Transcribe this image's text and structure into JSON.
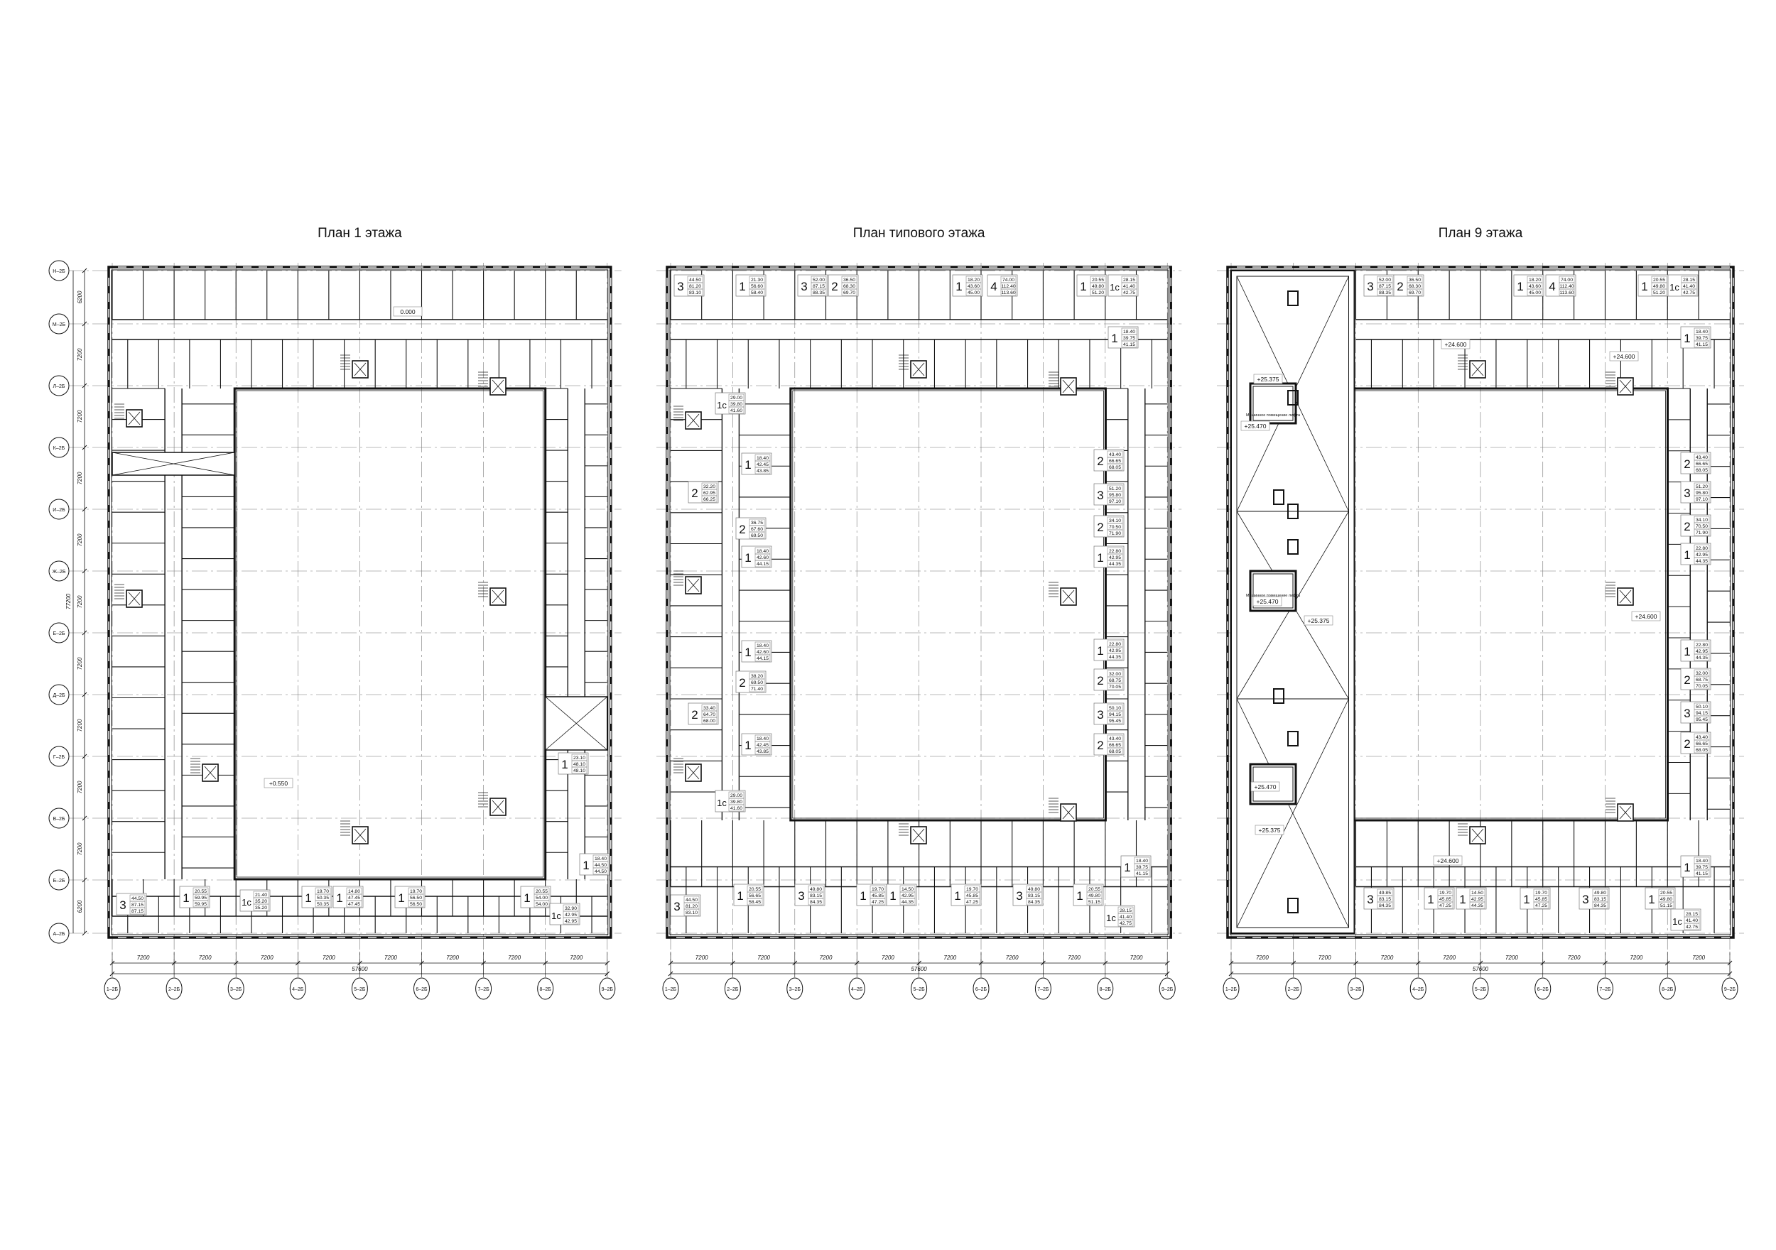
{
  "plans": [
    {
      "title": "План 1 этажа",
      "elevations": [
        "0.000",
        "+0.550"
      ],
      "apartments": [
        {
          "rooms": "3",
          "areas": [
            "44.50",
            "87.15",
            "87.15"
          ]
        },
        {
          "rooms": "1",
          "areas": [
            "20.55",
            "59.95",
            "59.95"
          ]
        },
        {
          "rooms": "1c",
          "areas": [
            "21.40",
            "35.20",
            "35.20"
          ]
        },
        {
          "rooms": "1",
          "areas": [
            "19.70",
            "50.35",
            "50.35"
          ]
        },
        {
          "rooms": "1",
          "areas": [
            "14.80",
            "47.45",
            "47.45"
          ]
        },
        {
          "rooms": "1",
          "areas": [
            "19.70",
            "56.50",
            "56.50"
          ]
        },
        {
          "rooms": "1",
          "areas": [
            "20.55",
            "54.00",
            "54.00"
          ]
        },
        {
          "rooms": "1c",
          "areas": [
            "32.90",
            "42.95",
            "42.95"
          ]
        },
        {
          "rooms": "1",
          "areas": [
            "18.40",
            "44.50",
            "44.50"
          ]
        },
        {
          "rooms": "1",
          "areas": [
            "23.10",
            "48.10",
            "48.10"
          ]
        }
      ]
    },
    {
      "title": "План типового этажа",
      "elevations": [],
      "apartments": [
        {
          "rooms": "3",
          "areas": [
            "44.50",
            "81.20",
            "83.10"
          ]
        },
        {
          "rooms": "1",
          "areas": [
            "21.30",
            "56.60",
            "58.40"
          ]
        },
        {
          "rooms": "3",
          "areas": [
            "52.00",
            "87.15",
            "88.35"
          ]
        },
        {
          "rooms": "2",
          "areas": [
            "36.50",
            "68.30",
            "69.70"
          ]
        },
        {
          "rooms": "1",
          "areas": [
            "18.20",
            "43.60",
            "45.00"
          ]
        },
        {
          "rooms": "4",
          "areas": [
            "74.00",
            "112.40",
            "113.60"
          ]
        },
        {
          "rooms": "1",
          "areas": [
            "20.55",
            "49.80",
            "51.20"
          ]
        },
        {
          "rooms": "1c",
          "areas": [
            "28.15",
            "41.40",
            "42.75"
          ]
        },
        {
          "rooms": "1",
          "areas": [
            "18.40",
            "39.75",
            "41.15"
          ]
        },
        {
          "rooms": "1c",
          "areas": [
            "29.00",
            "39.80",
            "41.60"
          ]
        },
        {
          "rooms": "1",
          "areas": [
            "18.40",
            "42.45",
            "43.85"
          ]
        },
        {
          "rooms": "2",
          "areas": [
            "32.20",
            "62.95",
            "66.25"
          ]
        },
        {
          "rooms": "2",
          "areas": [
            "36.75",
            "67.60",
            "69.50"
          ]
        },
        {
          "rooms": "1",
          "areas": [
            "18.40",
            "42.60",
            "44.15"
          ]
        },
        {
          "rooms": "1",
          "areas": [
            "18.40",
            "42.60",
            "44.15"
          ]
        },
        {
          "rooms": "2",
          "areas": [
            "38.20",
            "69.50",
            "71.40"
          ]
        },
        {
          "rooms": "2",
          "areas": [
            "33.40",
            "64.70",
            "68.00"
          ]
        },
        {
          "rooms": "1",
          "areas": [
            "18.40",
            "42.45",
            "43.85"
          ]
        },
        {
          "rooms": "1c",
          "areas": [
            "29.00",
            "39.80",
            "41.60"
          ]
        },
        {
          "rooms": "2",
          "areas": [
            "43.40",
            "66.65",
            "68.05"
          ]
        },
        {
          "rooms": "3",
          "areas": [
            "51.20",
            "95.80",
            "97.10"
          ]
        },
        {
          "rooms": "2",
          "areas": [
            "34.10",
            "70.50",
            "71.90"
          ]
        },
        {
          "rooms": "1",
          "areas": [
            "22.80",
            "42.95",
            "44.35"
          ]
        },
        {
          "rooms": "1",
          "areas": [
            "22.80",
            "42.95",
            "44.35"
          ]
        },
        {
          "rooms": "2",
          "areas": [
            "32.00",
            "68.75",
            "70.05"
          ]
        },
        {
          "rooms": "3",
          "areas": [
            "50.10",
            "94.15",
            "95.45"
          ]
        },
        {
          "rooms": "2",
          "areas": [
            "43.40",
            "66.65",
            "68.05"
          ]
        },
        {
          "rooms": "3",
          "areas": [
            "44.50",
            "81.20",
            "83.10"
          ]
        },
        {
          "rooms": "1",
          "areas": [
            "20.55",
            "56.65",
            "58.45"
          ]
        },
        {
          "rooms": "3",
          "areas": [
            "49.80",
            "83.15",
            "84.35"
          ]
        },
        {
          "rooms": "1",
          "areas": [
            "19.70",
            "45.85",
            "47.25"
          ]
        },
        {
          "rooms": "1",
          "areas": [
            "14.50",
            "42.95",
            "44.35"
          ]
        },
        {
          "rooms": "1",
          "areas": [
            "19.70",
            "45.85",
            "47.25"
          ]
        },
        {
          "rooms": "3",
          "areas": [
            "49.80",
            "83.15",
            "84.35"
          ]
        },
        {
          "rooms": "1",
          "areas": [
            "20.55",
            "49.80",
            "51.15"
          ]
        },
        {
          "rooms": "1c",
          "areas": [
            "28.15",
            "41.40",
            "42.75"
          ]
        },
        {
          "rooms": "1",
          "areas": [
            "18.40",
            "39.75",
            "41.15"
          ]
        }
      ]
    },
    {
      "title": "План 9 этажа",
      "elevations": [
        "+24.600",
        "+24.600",
        "+24.600",
        "+24.600",
        "+25.375",
        "+25.470",
        "+25.470",
        "+25.375",
        "+25.470",
        "+25.375"
      ],
      "machine_room_label": "Машинное помещение лифта",
      "apartments": [
        {
          "rooms": "3",
          "areas": [
            "52.00",
            "87.15",
            "88.35"
          ]
        },
        {
          "rooms": "2",
          "areas": [
            "36.50",
            "68.30",
            "69.70"
          ]
        },
        {
          "rooms": "1",
          "areas": [
            "18.20",
            "43.60",
            "45.00"
          ]
        },
        {
          "rooms": "4",
          "areas": [
            "74.00",
            "112.40",
            "113.60"
          ]
        },
        {
          "rooms": "1",
          "areas": [
            "20.55",
            "49.80",
            "51.20"
          ]
        },
        {
          "rooms": "1c",
          "areas": [
            "28.15",
            "41.40",
            "42.75"
          ]
        },
        {
          "rooms": "1",
          "areas": [
            "18.40",
            "39.75",
            "41.15"
          ]
        },
        {
          "rooms": "2",
          "areas": [
            "43.40",
            "66.65",
            "68.05"
          ]
        },
        {
          "rooms": "3",
          "areas": [
            "51.20",
            "95.80",
            "97.10"
          ]
        },
        {
          "rooms": "2",
          "areas": [
            "34.10",
            "70.50",
            "71.90"
          ]
        },
        {
          "rooms": "1",
          "areas": [
            "22.80",
            "42.95",
            "44.35"
          ]
        },
        {
          "rooms": "1",
          "areas": [
            "22.80",
            "42.95",
            "44.35"
          ]
        },
        {
          "rooms": "2",
          "areas": [
            "32.00",
            "68.75",
            "70.05"
          ]
        },
        {
          "rooms": "3",
          "areas": [
            "50.10",
            "94.15",
            "95.45"
          ]
        },
        {
          "rooms": "2",
          "areas": [
            "43.40",
            "66.65",
            "68.05"
          ]
        },
        {
          "rooms": "3",
          "areas": [
            "49.85",
            "83.15",
            "84.35"
          ]
        },
        {
          "rooms": "1",
          "areas": [
            "19.70",
            "45.85",
            "47.25"
          ]
        },
        {
          "rooms": "1",
          "areas": [
            "14.50",
            "42.95",
            "44.35"
          ]
        },
        {
          "rooms": "1",
          "areas": [
            "19.70",
            "45.85",
            "47.25"
          ]
        },
        {
          "rooms": "3",
          "areas": [
            "49.80",
            "83.15",
            "84.35"
          ]
        },
        {
          "rooms": "1",
          "areas": [
            "20.55",
            "49.80",
            "51.15"
          ]
        },
        {
          "rooms": "1c",
          "areas": [
            "28.15",
            "41.40",
            "42.75"
          ]
        },
        {
          "rooms": "1",
          "areas": [
            "18.40",
            "39.75",
            "41.15"
          ]
        }
      ]
    }
  ],
  "axes": {
    "columns": [
      "1–2Б",
      "2–2Б",
      "3–2Б",
      "4–2Б",
      "5–2Б",
      "6–2Б",
      "7–2Б",
      "8–2Б",
      "9–2Б"
    ],
    "rows": [
      "Н–2Б",
      "М–2Б",
      "Л–2Б",
      "К–2Б",
      "И–2Б",
      "Ж–2Б",
      "Е–2Б",
      "Д–2Б",
      "Г–2Б",
      "В–2Б",
      "Б–2Б",
      "А–2Б"
    ],
    "column_spacing": "7200",
    "column_total": "57600",
    "row_spacings": [
      "6200",
      "7200",
      "7200",
      "7200",
      "7200",
      "7200",
      "7200",
      "7200",
      "7200",
      "7200",
      "6200"
    ],
    "row_total": "77200"
  }
}
